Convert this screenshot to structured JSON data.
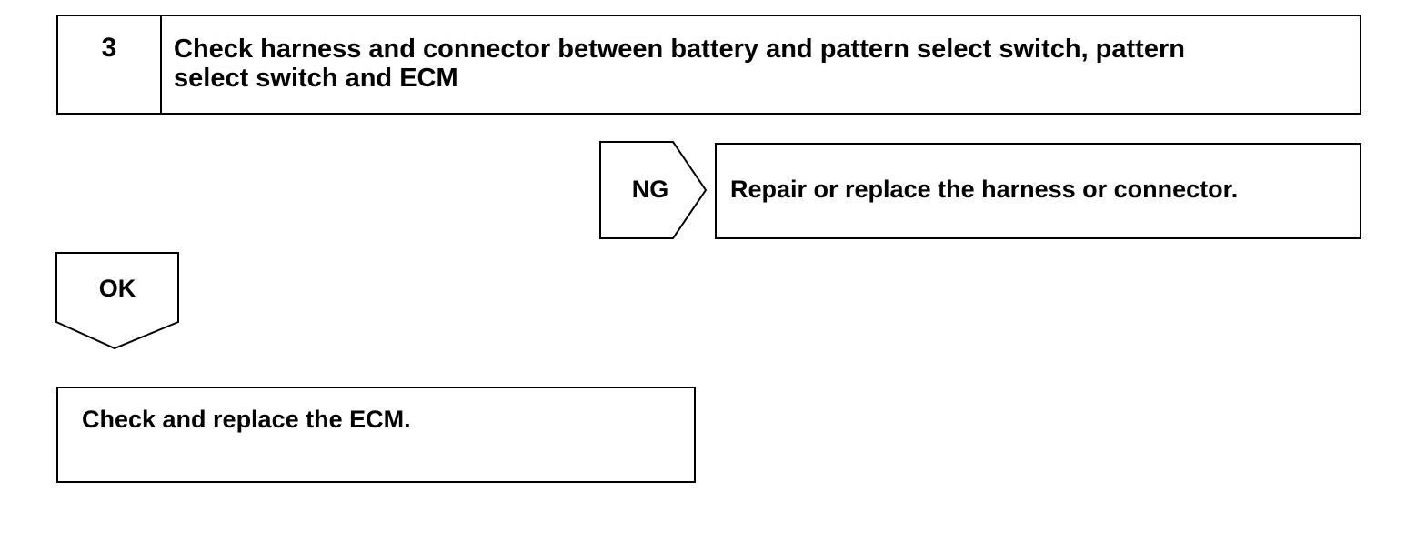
{
  "step": {
    "number": "3",
    "title_line1": "Check harness and connector between battery and pattern select switch, pattern",
    "title_line2": "select switch and ECM"
  },
  "ng_branch": {
    "label": "NG",
    "action": "Repair or replace the harness or connector."
  },
  "ok_branch": {
    "label": "OK",
    "action": "Check and replace the ECM."
  }
}
